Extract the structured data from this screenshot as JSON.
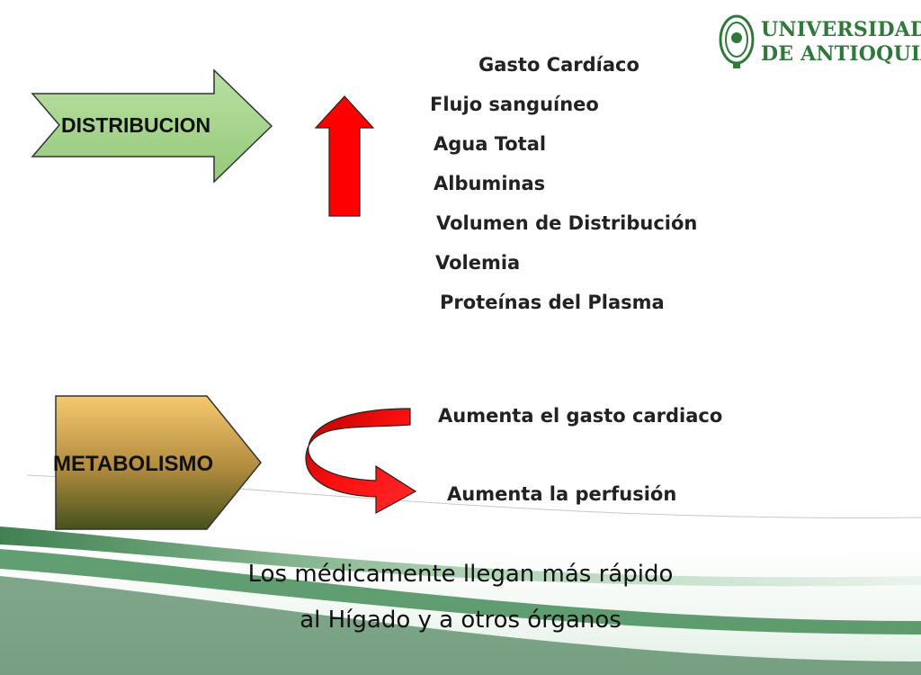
{
  "logo": {
    "line1": "UNIVERSIDAD",
    "line2": "DE ANTIOQUIA",
    "icon": "university-crest-icon"
  },
  "distribution": {
    "label": "DISTRIBUCION",
    "items": [
      "Gasto Cardíaco",
      "Flujo sanguíneo",
      "Agua Total",
      "Albuminas",
      "Volumen de Distribución",
      "Volemia",
      "Proteínas del Plasma"
    ]
  },
  "metabolism": {
    "label": "METABOLISMO",
    "effects": [
      "Aumenta el gasto cardiaco",
      "Aumenta la perfusión"
    ]
  },
  "conclusion": {
    "line1": "Los médicamente llegan  más rápido",
    "line2": "al Hígado y a otros órganos"
  },
  "colors": {
    "green_arrow": "#a8d58f",
    "red_arrow": "#ff0000",
    "metabolism_top": "#f6c66a",
    "metabolism_bottom": "#4d5a1e",
    "brand_green": "#2f7a3a"
  }
}
